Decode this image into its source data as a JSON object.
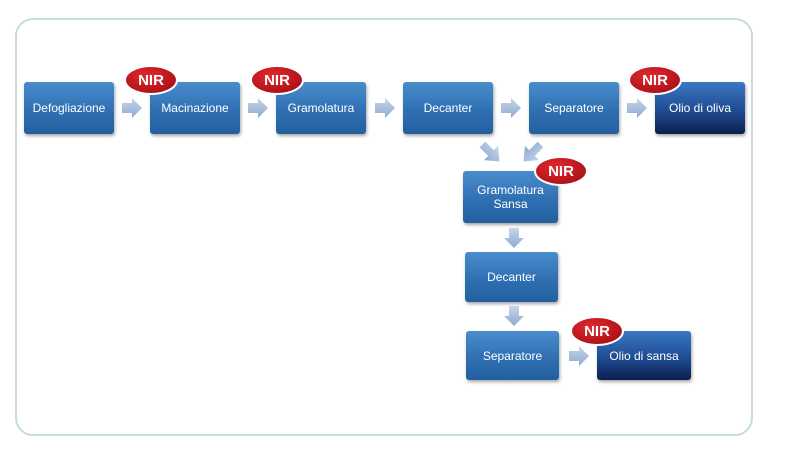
{
  "badge_label": "NIR",
  "nodes": {
    "defogliazione": "Defogliazione",
    "macinazione": "Macinazione",
    "gramolatura": "Gramolatura",
    "decanter_1": "Decanter",
    "separatore_1": "Separatore",
    "olio_di_oliva": "Olio di oliva",
    "gramolatura_sansa_line1": "Gramolatura",
    "gramolatura_sansa_line2": "Sansa",
    "decanter_2": "Decanter",
    "separatore_2": "Separatore",
    "olio_di_sansa": "Olio di sansa"
  },
  "colors": {
    "process_box": "#2f70b3",
    "product_box": "#0c1f4f",
    "nir_badge": "#c4161c",
    "arrow": "#a9bfdc",
    "frame_border": "#c9dcdc"
  }
}
